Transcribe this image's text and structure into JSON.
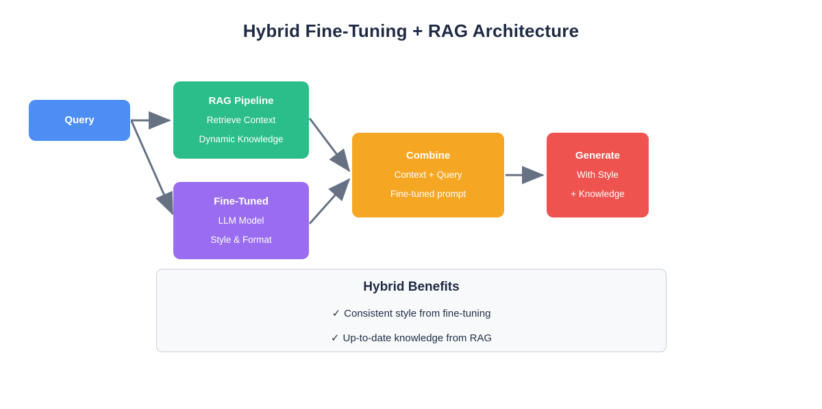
{
  "diagram": {
    "title": "Hybrid Fine-Tuning + RAG Architecture",
    "nodes": [
      {
        "id": "query",
        "name": "query-node",
        "title": "Query",
        "subtitles": [],
        "color": "#4d8ef5"
      },
      {
        "id": "rag",
        "name": "rag-pipeline-node",
        "title": "RAG Pipeline",
        "subtitles": [
          "Retrieve Context",
          "Dynamic Knowledge"
        ],
        "color": "#2bbd8a"
      },
      {
        "id": "finetuned",
        "name": "fine-tuned-node",
        "title": "Fine-Tuned",
        "subtitles": [
          "LLM Model",
          "Style & Format"
        ],
        "color": "#9a6df0"
      },
      {
        "id": "combine",
        "name": "combine-node",
        "title": "Combine",
        "subtitles": [
          "Context + Query",
          "Fine-tuned prompt"
        ],
        "color": "#f5a623"
      },
      {
        "id": "generate",
        "name": "generate-node",
        "title": "Generate",
        "subtitles": [
          "With Style",
          "+ Knowledge"
        ],
        "color": "#ef5350"
      }
    ],
    "edges": [
      {
        "from": "query",
        "to": "rag",
        "style": "solid-arrow"
      },
      {
        "from": "query",
        "to": "finetuned",
        "style": "solid-arrow"
      },
      {
        "from": "rag",
        "to": "combine",
        "style": "solid-arrow"
      },
      {
        "from": "finetuned",
        "to": "combine",
        "style": "solid-arrow"
      },
      {
        "from": "combine",
        "to": "generate",
        "style": "solid-arrow"
      }
    ],
    "arrow_color": "#667284"
  },
  "benefits": {
    "title": "Hybrid Benefits",
    "check_glyph": "✓",
    "items": [
      "Consistent style from fine-tuning",
      "Up-to-date knowledge from RAG"
    ],
    "background": "#f8f9fb",
    "border_color": "#ccd0d8"
  }
}
